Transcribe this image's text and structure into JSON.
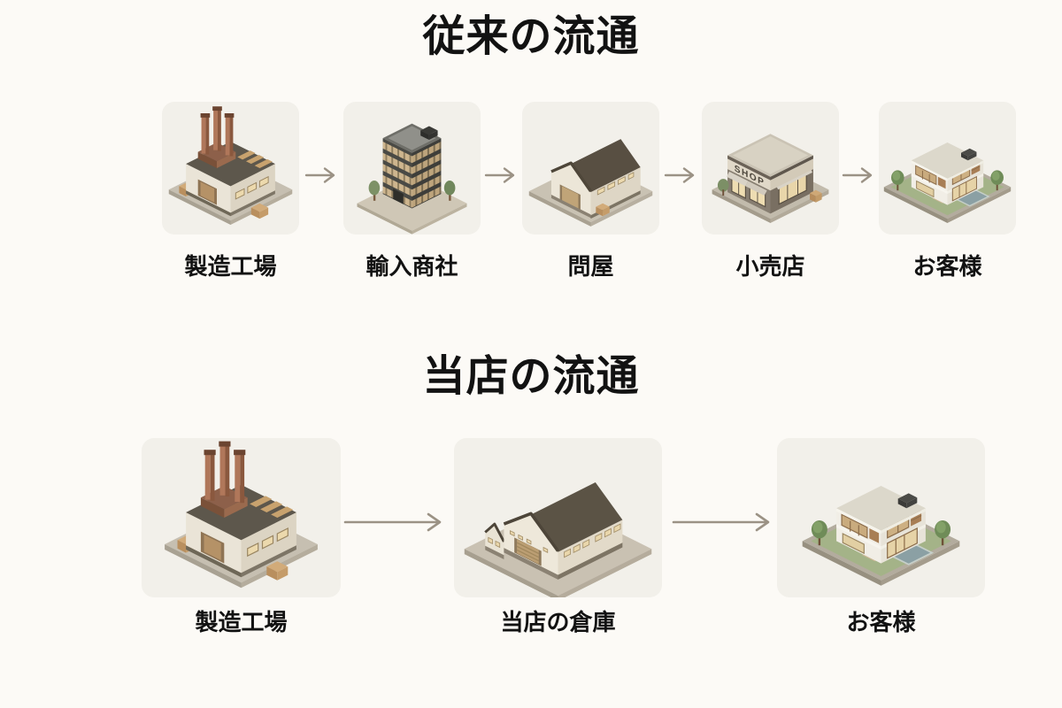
{
  "page": {
    "background": "#fcfaf6",
    "card_background": "#f2f0ea",
    "arrow_color": "#9b9285",
    "text_color": "#121212"
  },
  "sections": [
    {
      "title": "従来の流通",
      "steps": [
        {
          "label": "製造工場",
          "icon": "factory-icon"
        },
        {
          "label": "輸入商社",
          "icon": "office-building-icon"
        },
        {
          "label": "問屋",
          "icon": "warehouse-icon"
        },
        {
          "label": "小売店",
          "icon": "shop-icon",
          "sign_text": "SHOP"
        },
        {
          "label": "お客様",
          "icon": "house-icon"
        }
      ]
    },
    {
      "title": "当店の流通",
      "steps": [
        {
          "label": "製造工場",
          "icon": "factory-icon"
        },
        {
          "label": "当店の倉庫",
          "icon": "big-warehouse-icon"
        },
        {
          "label": "お客様",
          "icon": "house-icon"
        }
      ]
    }
  ]
}
